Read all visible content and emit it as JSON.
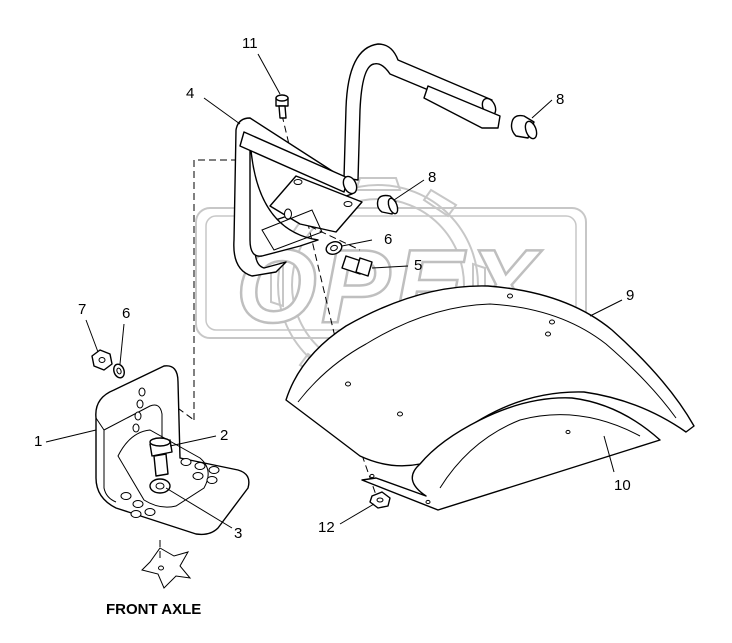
{
  "watermark": {
    "text": "OPEX"
  },
  "caption": {
    "front_axle": "FRONT AXLE"
  },
  "callouts": {
    "c1": "1",
    "c2": "2",
    "c3": "3",
    "c4": "4",
    "c5": "5",
    "c6a": "6",
    "c6b": "6",
    "c7": "7",
    "c8a": "8",
    "c8b": "8",
    "c9": "9",
    "c10": "10",
    "c11": "11",
    "c12": "12"
  },
  "colors": {
    "line": "#000000",
    "watermark": "#c8c8c8",
    "background": "#ffffff"
  }
}
